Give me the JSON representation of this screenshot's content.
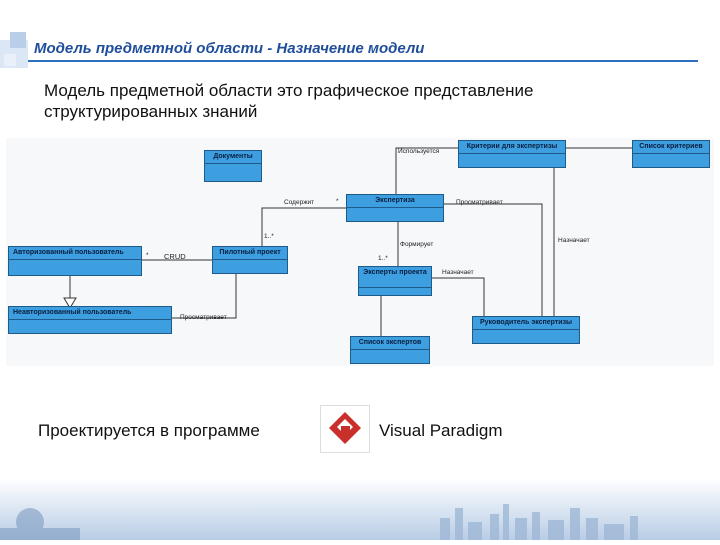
{
  "slide": {
    "title": "Модель предметной области - Назначение модели",
    "subtitle": "Модель предметной области это графическое представление структурированных знаний",
    "footer_prefix": "Проектируется в программе",
    "software_name": "Visual Paradigm"
  },
  "diagram": {
    "classes": {
      "documents": "Документы",
      "expertise": "Экспертиза",
      "criteria": "Критерии для экспертизы",
      "criteria_list": "Список критериев",
      "auth_user": "Авторизованный пользователь",
      "pilot_project": "Пилотный проект",
      "project_experts": "Эксперты проекта",
      "unauth_user": "Неавторизованный пользователь",
      "expertise_head": "Руководитель экспертизы",
      "experts_list": "Список экспертов"
    },
    "labels": {
      "uses": "Используется",
      "contains": "Содержит",
      "views1": "Просматривает",
      "forms": "Формирует",
      "assigns1": "Назначает",
      "assigns2": "Назначает",
      "crud": "CRUD",
      "views2": "Просматривает",
      "star": "*",
      "mult_1": "1..*",
      "mult_2": "1..*"
    }
  },
  "colors": {
    "title": "#1f4e9a",
    "class_fill": "#3d9ee0",
    "class_border": "#1e5a8a",
    "accent_blue": "#2e6fc0",
    "logo_red": "#c9302c"
  }
}
